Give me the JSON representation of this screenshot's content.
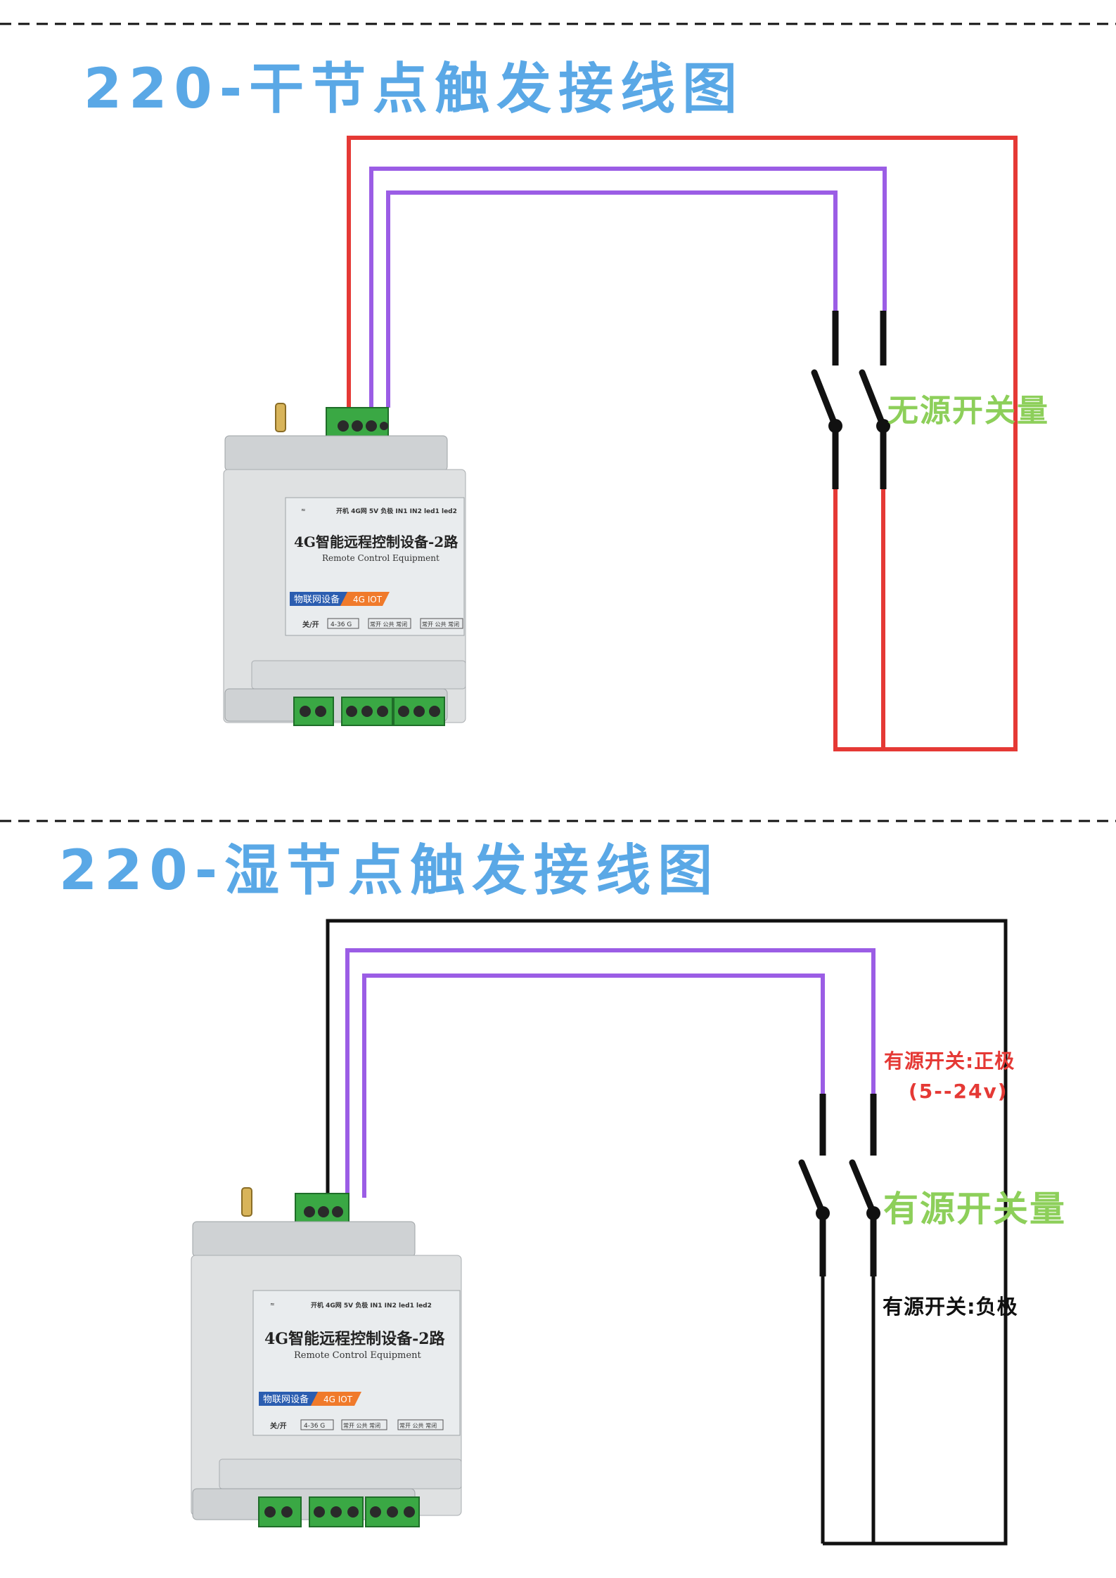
{
  "diagram1": {
    "title": "220-干节点触发接线图",
    "switch_label": "无源开关量"
  },
  "diagram2": {
    "title": "220-湿节点触发接线图",
    "switch_label": "有源开关量",
    "positive_label": "有源开关:正极",
    "voltage_label": "(5--24v)",
    "negative_label": "有源开关:负极"
  },
  "device": {
    "name": "4G智能远程控制设备-2路",
    "subtitle": "Remote Control Equipment",
    "badge": "物联网设备",
    "badge_tag": "4G IOT",
    "top_labels": [
      "开机",
      "4G网",
      "5V",
      "负极",
      "IN1",
      "IN2",
      "led1",
      "led2"
    ],
    "bottom_left": "关/开",
    "power_label": "4-36 G",
    "relay_labels": [
      "常开",
      "公共",
      "常闭",
      "常开",
      "公共",
      "常闭"
    ]
  },
  "colors": {
    "title": "#5aa8e6",
    "red_wire": "#e53935",
    "purple_wire": "#9b5de5",
    "black_wire": "#111111",
    "green_label": "#8dcf5a",
    "terminal_green": "#3aa844"
  }
}
